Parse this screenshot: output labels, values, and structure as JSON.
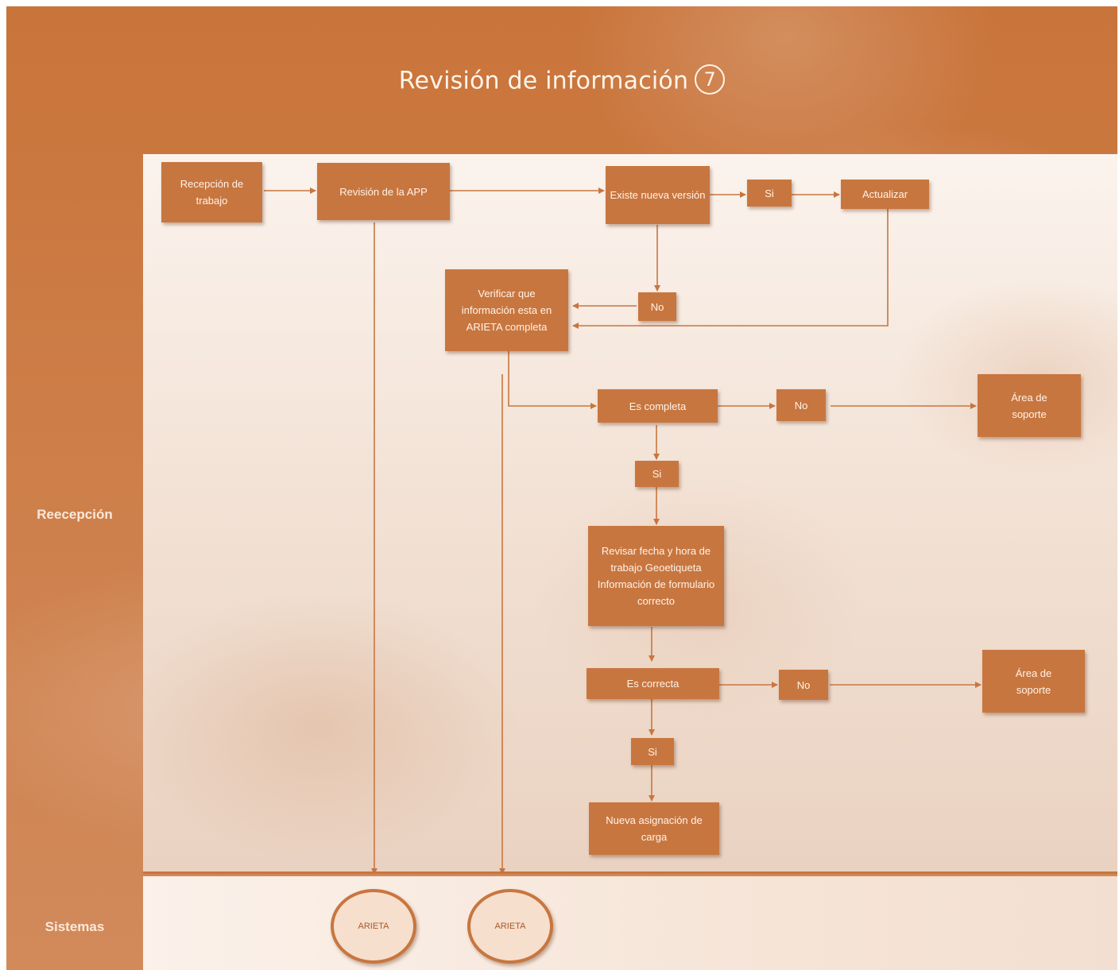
{
  "title": "Revisión de información",
  "step_number": "7",
  "lanes": {
    "reception": "Reecepción",
    "systems": "Sistemas"
  },
  "nodes": {
    "recepcion_trabajo": "Recepción de trabajo",
    "revision_app": "Revisión de la APP",
    "existe_nueva_version": "Existe nueva versión",
    "si_1": "Si",
    "actualizar": "Actualizar",
    "no_1": "No",
    "verificar_info": "Verificar que información esta en ARIETA completa",
    "es_completa": "Es completa",
    "no_2": "No",
    "area_soporte_1": "Área de soporte",
    "si_2": "Si",
    "revisar_fecha": "Revisar fecha y hora de trabajo Geoetiqueta Información de formulario correcto",
    "es_correcta": "Es correcta",
    "no_3": "No",
    "area_soporte_2": "Área de soporte",
    "si_3": "Si",
    "nueva_asignacion": "Nueva asignación de carga",
    "arieta_1": "ARIETA",
    "arieta_2": "ARIETA"
  },
  "colors": {
    "accent": "#c8763f",
    "lane_fill": "#f6e5d8",
    "text_light": "#fff3e8"
  }
}
